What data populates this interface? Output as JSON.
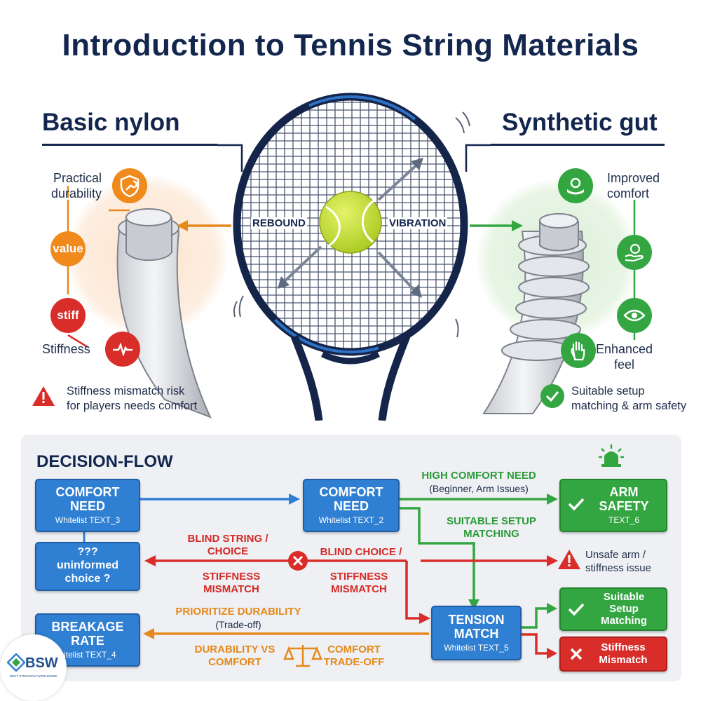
{
  "title": "Introduction to Tennis String Materials",
  "left": {
    "heading": "Basic nylon",
    "features": {
      "durability": "Practical\ndurability",
      "value": "value",
      "stiff": "stiff",
      "stiffness": "Stiffness"
    },
    "warning": "Stiffness mismatch risk\nfor players needs comfort"
  },
  "right": {
    "heading": "Synthetic gut",
    "features": {
      "comfort": "Improved\ncomfort",
      "feel": "Enhanced\nfeel"
    },
    "note": "Suitable setup\nmatching & arm safety"
  },
  "racket": {
    "rebound": "REBOUND",
    "vibration": "VIBRATION"
  },
  "flow": {
    "heading": "DECISION-FLOW",
    "boxes": {
      "comfort_left": {
        "main": "COMFORT\nNEED",
        "sub": "Whitelist TEXT_3"
      },
      "uninformed": {
        "main": "???\nuninformed\nchoice ?"
      },
      "breakage": {
        "main": "BREAKAGE\nRATE",
        "sub": "hitelist TEXT_4"
      },
      "comfort_mid": {
        "main": "COMFORT\nNEED",
        "sub": "Whitelist TEXT_2"
      },
      "tension": {
        "main": "TENSION\nMATCH",
        "sub": "Whitelist TEXT_5"
      },
      "arm_safety": {
        "main": "ARM\nSAFETY",
        "sub": "TEXT_6"
      },
      "suitable": {
        "main": "Suitable\nSetup\nMatching"
      },
      "stiffness": {
        "main": "Stiffness\nMismatch"
      }
    },
    "labels": {
      "high_comfort": "HIGH COMFORT NEED",
      "high_comfort_sub": "(Beginner, Arm Issues)",
      "suitable_setup": "SUITABLE SETUP\nMATCHING",
      "blind_string": "BLIND STRING /\nCHOICE",
      "blind_choice": "BLIND CHOICE /",
      "stiffness_mismatch_1": "STIFFNESS\nMISMATCH",
      "stiffness_mismatch_2": "STIFFNESS\nMISMATCH",
      "unsafe": "Unsafe arm /\nstiffness issue",
      "prioritize": "PRIORITIZE DURABILITY",
      "tradeoff": "(Trade-off)",
      "durability_vs": "DURABILITY VS\nCOMFORT",
      "comfort_tradeoff": "COMFORT\nTRADE-OFF"
    }
  },
  "logo": {
    "text": "BSW",
    "sub": "BEST STRINGING WORLDWIDE"
  },
  "colors": {
    "navy": "#13264d",
    "blue": "#2f7fd3",
    "green": "#33a642",
    "red": "#d92d2a",
    "orange": "#e5891c",
    "ball": "#c8e23a"
  }
}
